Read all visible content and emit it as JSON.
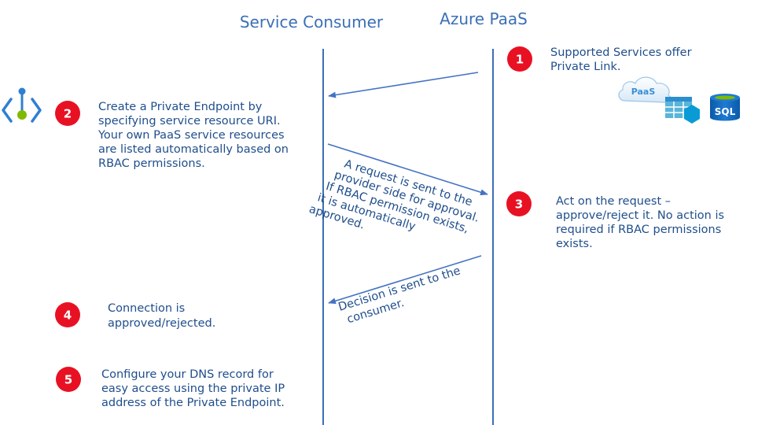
{
  "lanes": {
    "consumer_title": "Service Consumer",
    "paas_title": "Azure PaaS"
  },
  "steps": [
    {
      "number": "1",
      "lines": [
        "Supported Services offer",
        "Private Link."
      ]
    },
    {
      "number": "2",
      "lines": [
        "Create a Private Endpoint by",
        "specifying service resource URI.",
        "Your own PaaS service resources",
        "are listed automatically based on",
        "RBAC permissions."
      ]
    },
    {
      "number": "3",
      "lines": [
        "Act on the request –",
        "approve/reject it. No action is",
        "required if RBAC permissions",
        "exists."
      ]
    },
    {
      "number": "4",
      "lines": [
        "Connection is",
        "approved/rejected."
      ]
    },
    {
      "number": "5",
      "lines": [
        "Configure your DNS record for",
        "easy access using the private IP",
        "address of the Private Endpoint."
      ]
    }
  ],
  "messages": {
    "request_lines": [
      "A request is sent to the",
      "provider side for approval.",
      "If RBAC permission exists,",
      "it is automatically",
      "approved."
    ],
    "decision_lines": [
      "Decision is sent to the",
      "consumer."
    ]
  },
  "icons": {
    "cloud_label": "PaaS",
    "sql_label": "SQL",
    "endpoint_icon": "private-endpoint-icon",
    "storage_icon": "storage-table-icon",
    "sql_icon": "sql-database-icon",
    "cloud_icon": "paas-cloud-icon"
  },
  "colors": {
    "lane_line": "#3b6fb6",
    "arrow": "#4472c4",
    "badge": "#e81123",
    "text": "#1f4e8c",
    "endpoint_blue": "#2f7fd1",
    "endpoint_green": "#7fba00"
  }
}
